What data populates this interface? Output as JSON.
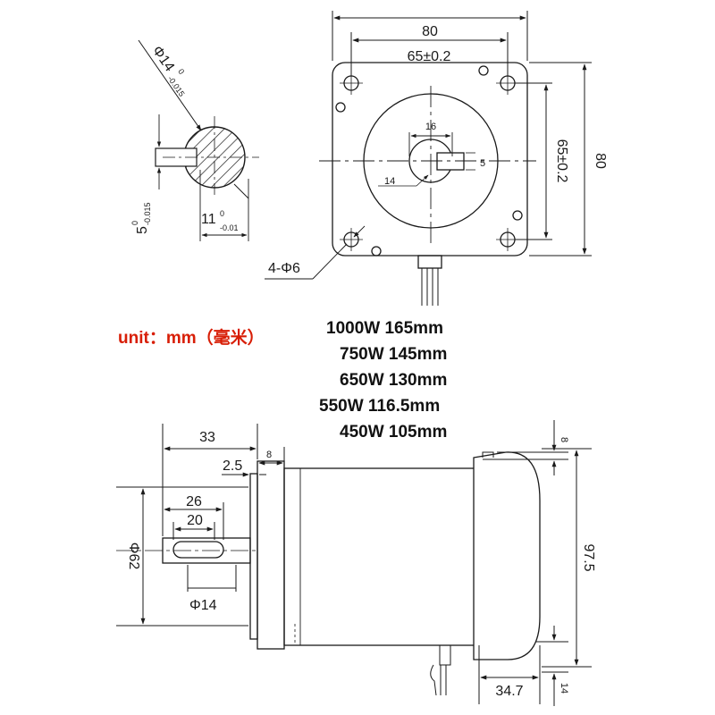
{
  "top_view": {
    "width": "80",
    "bolt_spacing_h": "65±0.2",
    "height": "80",
    "bolt_spacing_v": "65±0.2",
    "bore": "16",
    "key": "5",
    "shaft": "14",
    "mount_holes": "4-Φ6"
  },
  "shaft_section": {
    "diameter": "Φ14",
    "diameter_tol_upper": "0",
    "diameter_tol_lower": "-0.015",
    "key_width": "5",
    "key_width_tol_upper": "0",
    "key_width_tol_lower": "-0.015",
    "key_depth": "11",
    "key_depth_tol_upper": "0",
    "key_depth_tol_lower": "-0.01"
  },
  "unit_note": "unit：mm（毫米）",
  "specs": [
    {
      "power": "1000W",
      "length": "165mm"
    },
    {
      "power": "750W",
      "length": "145mm"
    },
    {
      "power": "650W",
      "length": "130mm"
    },
    {
      "power": "550W",
      "length": "116.5mm"
    },
    {
      "power": "450W",
      "length": "105mm"
    }
  ],
  "side_view": {
    "shaft_length": "33",
    "flange_thickness": "8",
    "pilot_height": "2.5",
    "key_slot_length": "26",
    "key_length": "20",
    "pilot_diameter": "Φ62",
    "shaft_diameter": "Φ14",
    "cover_offset": "8",
    "body_height": "97.5",
    "cover_depth": "34.7",
    "bottom_offset": "14"
  }
}
